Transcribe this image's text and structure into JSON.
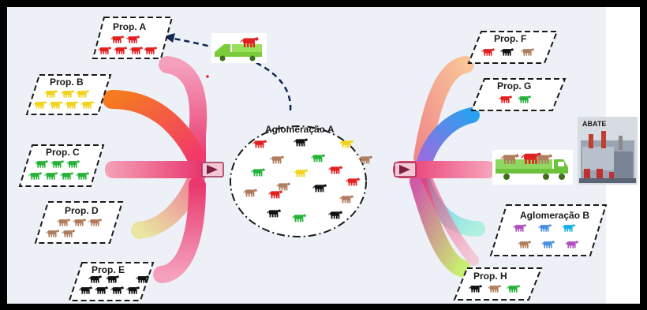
{
  "colors": {
    "red": "#e32020",
    "yellow": "#f2d21a",
    "green": "#27b33a",
    "brown": "#b07e5e",
    "black": "#111111",
    "purple": "#b04fc0",
    "blue": "#4b8fe0",
    "cyan": "#16b0e8",
    "frame": "#000000",
    "panel_bg": "#edf1f7"
  },
  "properties_left": [
    {
      "label": "Prop. A",
      "cattle": [
        "red",
        "red",
        "red",
        "red",
        "red",
        "red"
      ]
    },
    {
      "label": "Prop. B",
      "cattle": [
        "yellow",
        "yellow",
        "yellow",
        "yellow",
        "yellow",
        "yellow",
        "yellow"
      ]
    },
    {
      "label": "Prop. C",
      "cattle": [
        "green",
        "green",
        "green",
        "green",
        "green",
        "green",
        "green"
      ]
    },
    {
      "label": "Prop. D",
      "cattle": [
        "brown",
        "brown",
        "brown",
        "brown",
        "brown"
      ]
    },
    {
      "label": "Prop. E",
      "cattle": [
        "black",
        "black",
        "black",
        "black",
        "black",
        "black",
        "black"
      ]
    }
  ],
  "properties_right": [
    {
      "label": "Prop. F",
      "cattle": [
        "red",
        "black",
        "brown"
      ]
    },
    {
      "label": "Prop. G",
      "cattle": [
        "red",
        "green"
      ]
    },
    {
      "label": "Aglomeração B",
      "cattle": [
        "purple",
        "blue",
        "cyan",
        "brown",
        "blue",
        "purple"
      ]
    },
    {
      "label": "Prop. H",
      "cattle": [
        "black",
        "brown",
        "green"
      ]
    }
  ],
  "center": {
    "label": "Aglomeração A",
    "cattle": [
      "red",
      "black",
      "yellow",
      "brown",
      "green",
      "brown",
      "green",
      "yellow",
      "red",
      "brown",
      "red",
      "black",
      "brown",
      "red",
      "brown",
      "black",
      "green",
      "black"
    ]
  },
  "slaughter": {
    "label": "ABATE"
  },
  "icons": [
    "truck-icon",
    "factory-icon",
    "play-arrow-icon"
  ]
}
